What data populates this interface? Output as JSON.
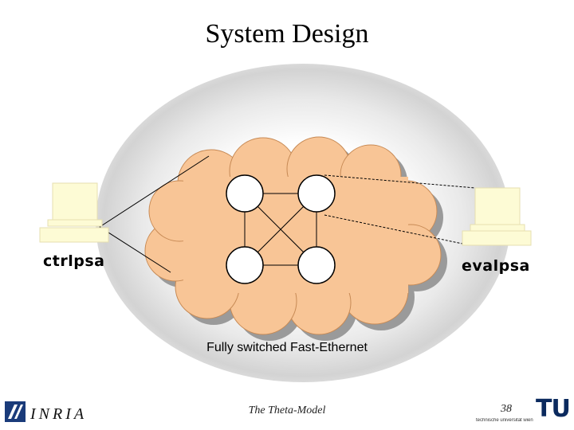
{
  "slide": {
    "title": "System Design",
    "left_node_label": "ctrlpsa",
    "right_node_label": "evalpsa",
    "network_caption": "Fully switched Fast-Ethernet",
    "footer_title": "The Theta-Model",
    "page_number": "38"
  },
  "logos": {
    "left_logo_text": "INRIA",
    "right_logo_text": "TU",
    "right_logo_subtitle": "technische universität wien"
  },
  "colors": {
    "cloud_fill": "#f8c596",
    "cloud_shadow": "#9a9a9a",
    "computer": "#fdfbd5",
    "tu_blue": "#0b2a5e"
  }
}
